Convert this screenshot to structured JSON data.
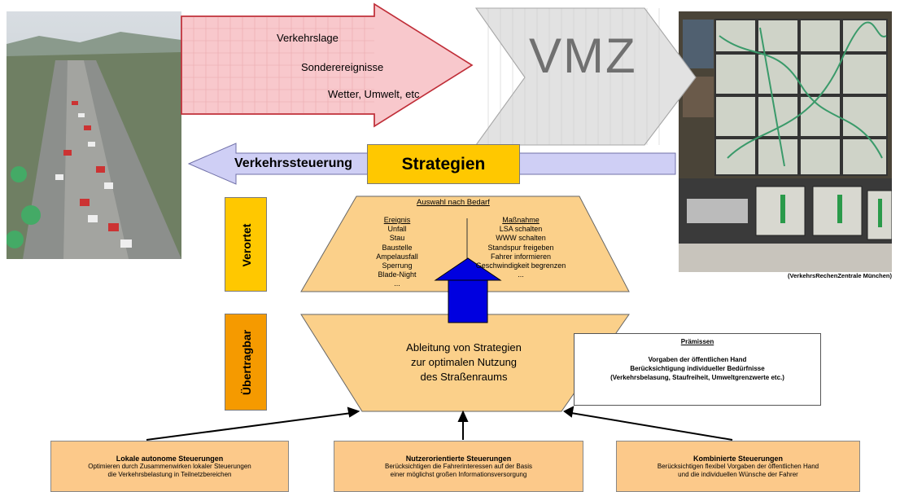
{
  "top_arrow": {
    "lines": [
      "Verkehrslage",
      "Sonderereignisse",
      "Wetter, Umwelt, etc"
    ]
  },
  "vmz_label": "VMZ",
  "caption_right_photo": "(VerkehrsRechenZentrale München)",
  "steuerung_arrow": {
    "label": "Verkehrssteuerung"
  },
  "strategien_box": {
    "label": "Strategien"
  },
  "verortet": {
    "side_label": "Verortet",
    "title": "Auswahl nach Bedarf",
    "left_heading": "Ereignis",
    "left_items": [
      "Unfall",
      "Stau",
      "Baustelle",
      "Ampelausfall",
      "Sperrung",
      "Blade-Night",
      "..."
    ],
    "right_heading": "Maßnahme",
    "right_items": [
      "LSA schalten",
      "WWW schalten",
      "Standspur freigeben",
      "Fahrer informieren",
      "Geschwindigkeit begrenzen",
      "..."
    ]
  },
  "uebertragbar": {
    "side_label": "Übertragbar",
    "lines": [
      "Ableitung von Strategien",
      "zur optimalen Nutzung",
      "des Straßenraums"
    ]
  },
  "praemissen": {
    "title": "Prämissen",
    "lines": [
      "Vorgaben der öffentlichen Hand",
      "Berücksichtigung individueller Bedürfnisse",
      "(Verkehrsbelasung, Staufreiheit, Umweltgrenzwerte etc.)"
    ]
  },
  "bottom_boxes": [
    {
      "title": "Lokale autonome Steuerungen",
      "lines": [
        "Optimieren durch Zusammenwirken lokaler Steuerungen",
        "die Verkehrsbelastung in Teilnetzbereichen"
      ]
    },
    {
      "title": "Nutzerorientierte Steuerungen",
      "lines": [
        "Berücksichtigen die Fahrerinteressen auf der Basis",
        "einer möglichst großen Informationsversorgung"
      ]
    },
    {
      "title": "Kombinierte Steuerungen",
      "lines": [
        "Berücksichtigen flexibel Vorgaben der öffentlichen Hand",
        "und die individuellen Wünsche der Fahrer"
      ]
    }
  ],
  "colors": {
    "pink_fill": "#f8c8cc",
    "pink_stroke": "#c0303a",
    "grey_fill": "#d9d9d9",
    "lavender_fill": "#c8c8f0",
    "yellow_fill": "#ffc800",
    "orange_fill": "#f59a00",
    "peach_fill": "#fbd08a",
    "blue_arrow": "#0000e0",
    "bottom_fill": "#fcc98a"
  }
}
